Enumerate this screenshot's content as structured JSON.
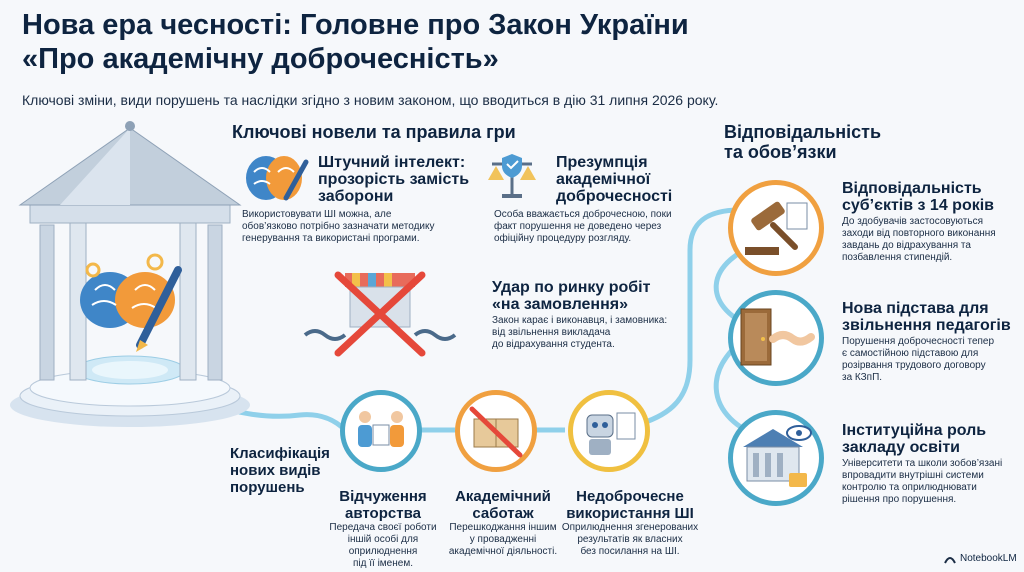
{
  "header": {
    "title_line1": "Нова ера чесності: Головне про Закон України",
    "title_line2": "«Про академічну доброчесність»",
    "subtitle": "Ключові зміни, види порушень та наслідки згідно з новим законом, що вводиться в дію 31 липня 2026 року."
  },
  "novels": {
    "heading": "Ключові новели та правила гри",
    "ai": {
      "icon": "brain-pencil-icon",
      "title_l1": "Штучний інтелект:",
      "title_l2": "прозорість замість",
      "title_l3": "заборони",
      "text_l1": "Використовувати ШІ можна, але",
      "text_l2": "обов’язково потрібно зазначати методику",
      "text_l3": "генерування та використані програми."
    },
    "presumption": {
      "icon": "scales-shield-icon",
      "title_l1": "Презумпція",
      "title_l2": "академічної",
      "title_l3": "доброчесності",
      "text_l1": "Особа вважається доброчесною, поки",
      "text_l2": "факт порушення не доведено через",
      "text_l3": "офіційну процедуру розгляду."
    },
    "market": {
      "icon": "broken-chain-market-icon",
      "title_l1": "Удар по ринку робіт",
      "title_l2": "«на замовлення»",
      "text_l1": "Закон карає і виконавця, і замовника:",
      "text_l2": "від звільнення викладача",
      "text_l3": "до відрахування студента."
    }
  },
  "classification": {
    "heading_l1": "Класифікація",
    "heading_l2": "нових видів",
    "heading_l3": "порушень",
    "items": [
      {
        "icon": "handover-icon",
        "title_l1": "Відчуження",
        "title_l2": "авторства",
        "text_l1": "Передача своєї роботи",
        "text_l2": "іншій особі для",
        "text_l3": "оприлюднення",
        "text_l4": "під її іменем."
      },
      {
        "icon": "blocked-book-icon",
        "title_l1": "Академічний",
        "title_l2": "саботаж",
        "text_l1": "Перешкоджання іншим",
        "text_l2": "у провадженні",
        "text_l3": "академічної діяльності.",
        "text_l4": ""
      },
      {
        "icon": "robot-document-icon",
        "title_l1": "Недоброчесне",
        "title_l2": "використання ШІ",
        "text_l1": "Оприлюднення згенерованих",
        "text_l2": "результатів як власних",
        "text_l3": "без посилання на ШІ.",
        "text_l4": ""
      }
    ]
  },
  "responsibility": {
    "heading_l1": "Відповідальність",
    "heading_l2": "та обов’язки",
    "items": [
      {
        "icon": "gavel-icon",
        "title_l1": "Відповідальність",
        "title_l2": "суб’єктів з 14 років",
        "text_l1": "До здобувачів застосовуються",
        "text_l2": "заходи від повторного виконання",
        "text_l3": "завдань до відрахування та",
        "text_l4": "позбавлення стипендій.",
        "text_l5": ""
      },
      {
        "icon": "door-handshake-icon",
        "title_l1": "Нова підстава для",
        "title_l2": "звільнення педагогів",
        "text_l1": "Порушення доброчесності тепер",
        "text_l2": "є самостійною підставою для",
        "text_l3": "розірвання трудового договору",
        "text_l4": "за КЗпП.",
        "text_l5": ""
      },
      {
        "icon": "institution-eye-lock-icon",
        "title_l1": "Інституційна роль",
        "title_l2": "закладу освіти",
        "text_l1": "Університети та школи зобов’язані",
        "text_l2": "впровадити внутрішні системи",
        "text_l3": "контролю та оприлюднювати",
        "text_l4": "рішення про порушення.",
        "text_l5": ""
      }
    ]
  },
  "brand": {
    "icon": "notebooklm-icon",
    "label": "NotebookLM"
  },
  "colors": {
    "navy": "#0e2440",
    "path_blue": "#7ec6e4",
    "teal": "#4aa8c8",
    "orange": "#f0a040",
    "ring_gold": "#f0c040"
  }
}
